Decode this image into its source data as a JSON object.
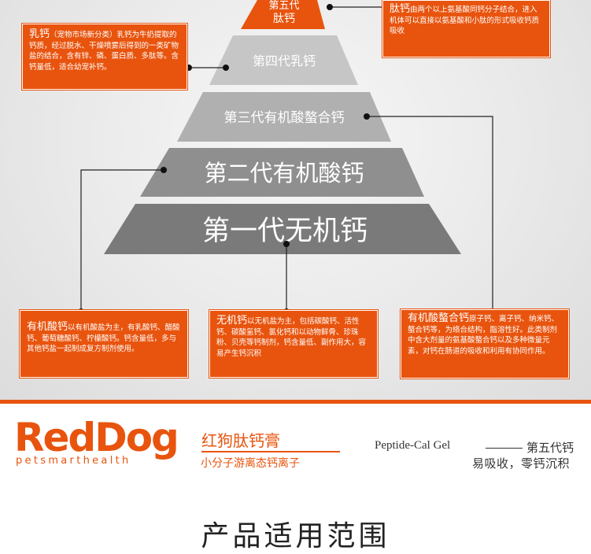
{
  "pyramid": {
    "levels": [
      {
        "id": "gen5",
        "label_line1": "第五代",
        "label_line2": "肽钙"
      },
      {
        "id": "gen4",
        "label": "第四代乳钙"
      },
      {
        "id": "gen3",
        "label": "第三代有机酸螯合钙"
      },
      {
        "id": "gen2",
        "label": "第二代有机酸钙"
      },
      {
        "id": "gen1",
        "label": "第一代无机钙"
      }
    ],
    "colors": {
      "gen5": "#e8540e",
      "gen4": "#c6c6c6",
      "gen3": "#b0b0b0",
      "gen2": "#8f8f8f",
      "gen1": "#7a7a7a"
    }
  },
  "callouts": {
    "peptide": {
      "title": "肽钙",
      "text": "由两个以上氨基酸同钙分子结合，进入机体可以直接以氨基酸和小肽的形式吸收钙质吸收"
    },
    "milk": {
      "title": "乳钙",
      "text": "（宠物市场新分类）乳钙为牛奶提取的钙质，经过脱水、干燥喷雾后得到的一类矿物盐的结合，含有锌、磷、蛋白质、多肽等。含钙量低，适合幼宠补钙。"
    },
    "organic_acid": {
      "title": "有机酸钙",
      "text": "以有机酸盐为主，有乳酸钙、醋酸钙、葡萄糖酸钙、柠檬酸钙。钙含量低，多与其他钙盐一起制成复方制剂使用。"
    },
    "inorganic": {
      "title": "无机钙",
      "text": "以无机盐为主，包括碳酸钙、活性钙、碳酸氢钙、氯化钙和以动物鲜骨、珍珠粉、贝壳等钙制剂，钙含量低、副作用大，容易产生钙沉积"
    },
    "chelate": {
      "title": "有机酸螯合钙",
      "text": "原子钙、离子钙、纳米钙、螯合钙等，为络合结构，脂溶性好。此类制剂中含大剂量的氨基酸螯合钙以及多种微量元素，对钙在肠道的吸收和利用有协同作用。"
    }
  },
  "brand": {
    "logo_word": "RedDog",
    "logo_sub": "petsmarthealth",
    "name_cn": "红狗肽钙膏",
    "slogan": "小分子游离态钙离子"
  },
  "product": {
    "name_en": "Peptide-Cal Gel",
    "generation": "第五代钙",
    "feature": "易吸收，零钙沉积"
  },
  "section": {
    "title": "产品适用范围"
  },
  "accent_color": "#e8540e"
}
